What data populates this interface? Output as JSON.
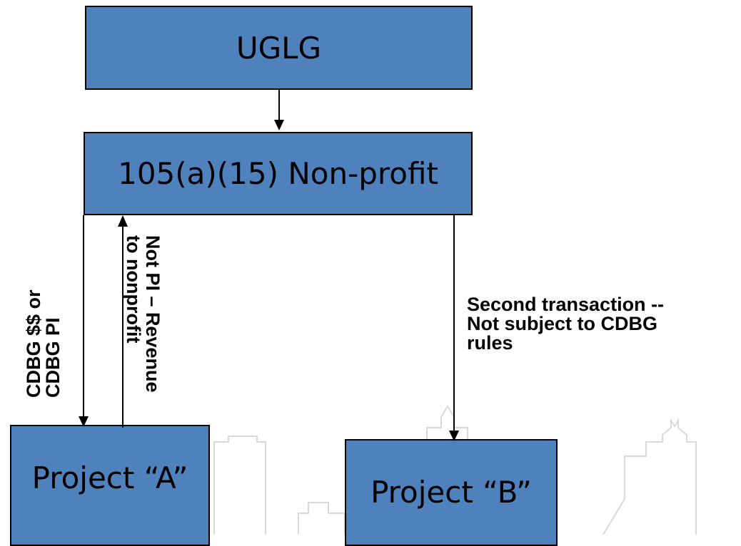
{
  "boxes": {
    "uglg": "UGLG",
    "nonprofit": "105(a)(15) Non-profit",
    "project_a": "Project “A”",
    "project_b": "Project “B”"
  },
  "labels": {
    "cdbg_line1": "CDBG $$ or",
    "cdbg_line2": "CDBG PI",
    "notpi_line1": "Not PI – Revenue",
    "notpi_line2": "to nonprofit",
    "second_line1": "Second transaction --",
    "second_line2": "Not subject to CDBG",
    "second_line3": "rules"
  },
  "colors": {
    "box_fill": "#4f81bd",
    "watermark": "#d9d9d9"
  }
}
